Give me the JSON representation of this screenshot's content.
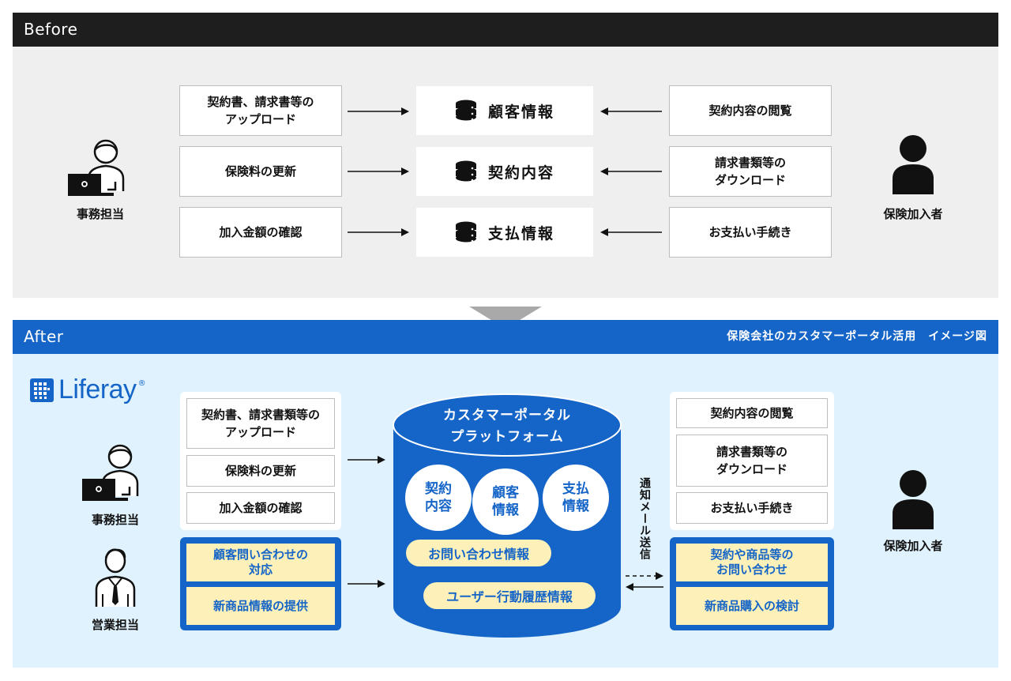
{
  "before": {
    "title": "Before",
    "left_items": [
      "契約書、請求書等の\nアップロード",
      "保険料の更新",
      "加入金額の確認"
    ],
    "db_items": [
      "顧客情報",
      "契約内容",
      "支払情報"
    ],
    "right_items": [
      "契約内容の閲覧",
      "請求書類等の\nダウンロード",
      "お支払い手続き"
    ],
    "staff_label": "事務担当",
    "customer_label": "保険加入者"
  },
  "after": {
    "title": "After",
    "subtitle": "保険会社のカスタマーポータル活用　イメージ図",
    "logo_text": "Liferay",
    "logo_mark": "®",
    "office_items": [
      "契約書、請求書類等の\nアップロード",
      "保険料の更新",
      "加入金額の確認"
    ],
    "sales_items": [
      "顧客問い合わせの\n対応",
      "新商品情報の提供"
    ],
    "office_label": "事務担当",
    "sales_label": "営業担当",
    "platform_title": "カスタマーポータル\nプラットフォーム",
    "circles": [
      "契約\n内容",
      "顧客\n情報",
      "支払\n情報"
    ],
    "pills": [
      "お問い合わせ情報",
      "ユーザー行動履歴情報"
    ],
    "notify_label": "通知メール送信",
    "right_white_items": [
      "契約内容の閲覧",
      "請求書類等の\nダウンロード",
      "お支払い手続き"
    ],
    "right_yellow_items": [
      "契約や商品等の\nお問い合わせ",
      "新商品購入の検討"
    ],
    "customer_label": "保険加入者"
  },
  "colors": {
    "before_header": "#1e1e1e",
    "before_panel": "#efefef",
    "after_header": "#1565c8",
    "after_panel": "#dff2fd",
    "highlight": "#fdf0b8",
    "arrow_down": "#a9a9a9"
  }
}
